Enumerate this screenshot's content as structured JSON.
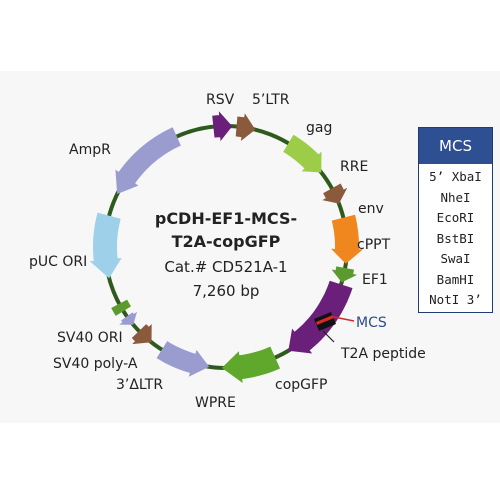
{
  "plasmid": {
    "name_line1": "pCDH-EF1-MCS-",
    "name_line2": "T2A-copGFP",
    "catalog": "Cat.# CD521A-1",
    "size": "7,260 bp"
  },
  "features": {
    "rsv": {
      "label": "RSV",
      "color": "#6a1f7a"
    },
    "ltr5": {
      "label": "5’LTR",
      "color": "#8b5a3c"
    },
    "gag": {
      "label": "gag",
      "color": "#9ccc48"
    },
    "rre": {
      "label": "RRE",
      "color": "#8b5a3c"
    },
    "env": {
      "label": "env",
      "color": "#f0861e"
    },
    "cppt": {
      "label": "cPPT",
      "color": "#5a9a2e"
    },
    "ef1": {
      "label": "EF1",
      "color": "#6a1f7a"
    },
    "mcs": {
      "label": "MCS",
      "color": "#d42a2a"
    },
    "t2a": {
      "label": "T2A peptide",
      "color": "#111111"
    },
    "copgfp": {
      "label": "copGFP",
      "color": "#5fa82c"
    },
    "wpre": {
      "label": "WPRE",
      "color": "#9a9cd0"
    },
    "ltr3": {
      "label": "3’ΔLTR",
      "color": "#8b5a3c"
    },
    "sv40pa": {
      "label": "SV40 poly-A",
      "color": "#9a9cd0"
    },
    "sv40ori": {
      "label": "SV40 ORI",
      "color": "#5a9a2e"
    },
    "puc": {
      "label": "pUC ORI",
      "color": "#9fd0ea"
    },
    "ampr": {
      "label": "AmpR",
      "color": "#9a9cd0"
    }
  },
  "backbone_color": "#2f5a1e",
  "mcs_box": {
    "title": "MCS",
    "sites": [
      "5’ XbaI",
      "NheI",
      "EcoRI",
      "BstBI",
      "SwaI",
      "BamHI",
      "NotI 3’"
    ]
  }
}
